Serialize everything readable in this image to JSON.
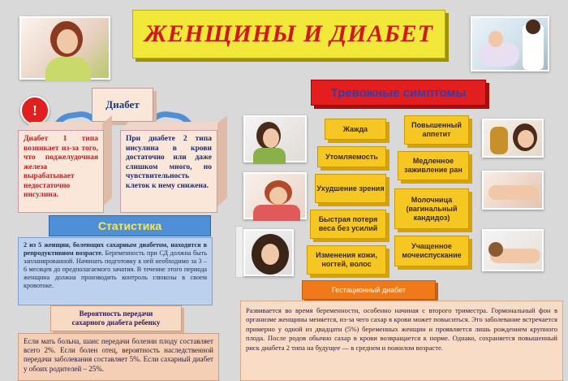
{
  "title": "ЖЕНЩИНЫ И ДИАБЕТ",
  "diabet_label": "Диабет",
  "alert_mark": "!",
  "type1_text": "Диабет 1 типа возникает из-за того, что поджелудочная железа вырабатывает недостаточно инсулина.",
  "type2_text": "При диабете 2 типа инсулина в крови достаточно или даже слишком много, но чувствительность клеток к нему снижена.",
  "statistics": {
    "title": "Статистика",
    "lead": "2 из 5 женщин, болеющих сахарным диабетом, находятся в репродуктивном возрасте.",
    "body": "Беременность при СД должна быть запланированной. Начинать подготовку к ней необходимо за 3 – 6 месяцев до предполагаемого зачатия. В течение этого периода женщина должна производить контроль глюкозы в своем кровотоке."
  },
  "risk": {
    "title_line1": "Вероятность передачи",
    "title_line2": "сахарного диабета ребенку",
    "body": "Если мать больна, шанс передачи болезни плоду составляет всего 2%. Если болен отец, вероятность наследственной передачи заболевания составляет 5%. Если сахарный диабет у обоих родителей – 25%."
  },
  "symptoms": {
    "title": "Тревожные симптомы",
    "left": [
      "Жажда",
      "Утомляемость",
      "Ухудшение зрения",
      "Быстрая потеря веса без усилий",
      "Изменения кожи, ногтей, волос"
    ],
    "right": [
      "Повышенный аппетит",
      "Медленное заживление ран",
      "Молочница (вагинальный кандидоз)",
      "Учащенное мочеиспускание"
    ]
  },
  "gestational": {
    "title": "Гестационный диабет",
    "body": "Развивается во время беременности, особенно начиная с второго триместра. Гормональный фон в организме женщины меняется, из-за чего сахар в крови может повыситься. Это заболевание встречается примерно у одной из двадцати (5%) беременных женщин и проявляется лишь рождением крупного плода. После родов обычно сахар в крови возвращается к норме. Однако, сохраняется повышенный риск диабета 2 типа на будущее — в среднем и пожилом возрасте."
  },
  "colors": {
    "title_bg": "#f2e83a",
    "title_text": "#d01a1a",
    "stat_title": "#4f8fd8",
    "symptom_box": "#f6c723",
    "symptom_title": "#e21e1e",
    "gestational_title": "#f07a1a"
  }
}
